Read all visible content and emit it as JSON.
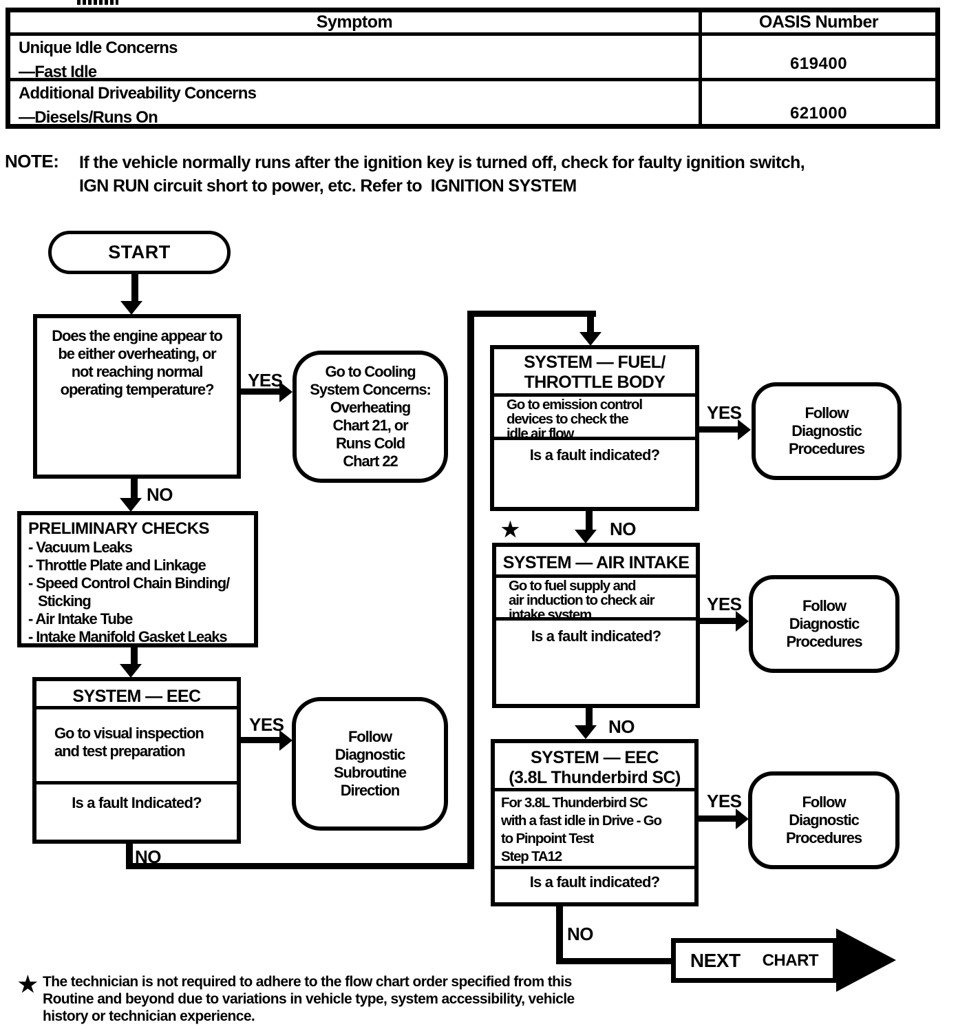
{
  "symptom_table": {
    "col1_header": "Symptom",
    "col2_header": "OASIS Number",
    "row1_category": "Unique Idle Concerns",
    "row1_item": "—Fast Idle",
    "row1_oasis": "619400",
    "row2_category": "Additional Driveability Concerns",
    "row2_item": "—Diesels/Runs On",
    "row2_oasis": "621000"
  },
  "note": {
    "label": "NOTE:",
    "line1": "If the vehicle normally runs after the ignition key is turned off, check for faulty ignition switch,",
    "line2": "IGN RUN circuit short to power, etc. Refer to  IGNITION SYSTEM"
  },
  "labels": {
    "yes": "YES",
    "no": "NO",
    "star": "★",
    "next": "NEXT",
    "chart": "CHART"
  },
  "flowchart": {
    "start": "START",
    "decision_overheating": {
      "lines": [
        "Does the engine appear to",
        "be either overheating, or",
        "not reaching normal",
        "operating temperature?"
      ]
    },
    "cooling": {
      "lines": [
        "Go to Cooling",
        "System Concerns:",
        "Overheating",
        "Chart 21, or",
        "Runs Cold",
        "Chart 22"
      ]
    },
    "preliminary": {
      "title": "PRELIMINARY CHECKS",
      "items": [
        "- Vacuum Leaks",
        "- Throttle Plate and Linkage",
        "- Speed Control Chain Binding/",
        "Sticking",
        "- Air Intake Tube",
        "- Intake Manifold Gasket Leaks"
      ]
    },
    "eec": {
      "title": "SYSTEM — EEC",
      "body_lines": [
        "Go to visual inspection",
        "and test preparation"
      ],
      "question": "Is a fault Indicated?"
    },
    "subroutine": {
      "lines": [
        "Follow",
        "Diagnostic",
        "Subroutine",
        "Direction"
      ]
    },
    "fuel": {
      "title_line1": "SYSTEM — FUEL/",
      "title_line2": "THROTTLE BODY",
      "body_lines": [
        "Go to emission control",
        "devices to check the",
        "idle air flow"
      ],
      "question": "Is a fault indicated?"
    },
    "air_intake": {
      "title": "SYSTEM — AIR INTAKE",
      "body_lines": [
        "Go to fuel supply and",
        "air induction to check air",
        "intake system"
      ],
      "question": "Is a fault indicated?"
    },
    "eec_tbird": {
      "title_line1": "SYSTEM — EEC",
      "title_line2": "(3.8L Thunderbird SC)",
      "body_lines": [
        "For 3.8L Thunderbird SC",
        "with a fast idle in Drive - Go",
        "to Pinpoint Test",
        "Step TA12"
      ],
      "question": "Is a fault indicated?"
    },
    "follow_procedures": {
      "lines": [
        "Follow",
        "Diagnostic",
        "Procedures"
      ]
    }
  },
  "footnote": {
    "star": "★",
    "line1": "The technician is not required to adhere to the flow chart order specified from this",
    "line2": "Routine and beyond due to variations in vehicle type, system accessibility, vehicle",
    "line3": "history or technician experience."
  }
}
